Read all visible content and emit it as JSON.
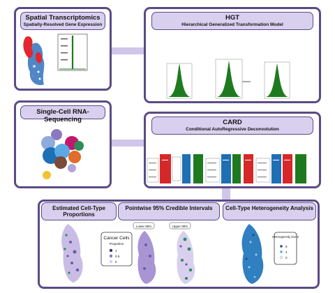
{
  "spatial": {
    "title": "Spatial Transcriptomics",
    "subtitle": "Spatially-Resolved Gene Expression"
  },
  "scrna": {
    "title": "Single-Cell RNA-Sequencing"
  },
  "hgt": {
    "title": "HGT",
    "subtitle": "Hierarchical Generalized Transformation Model"
  },
  "card": {
    "title": "CARD",
    "subtitle": "Conditional AutoRegressive Deconvolution"
  },
  "bottom": {
    "estimated_title": "Estimated Cell-Type Proportions",
    "pointwise_title": "Pointwise 95% Credible Intervals",
    "heterogeneity_title": "Cell-Type Heterogeneity Analysis"
  },
  "legend_cancer": {
    "title": "Cancer Cells",
    "subtitle": "Proportion",
    "levels": [
      "1",
      "0.5",
      "0"
    ]
  },
  "legend_het": {
    "title": "Heterogeneity Score",
    "levels": [
      "8",
      "4",
      "0"
    ]
  },
  "tags": {
    "lower": "Lower 95%",
    "upper": "Upper 95%"
  },
  "colors": {
    "border": "#5b4a86",
    "pill": "#d9d0ef",
    "connector": "#cfc6ea",
    "green": "#1f7a1f",
    "red": "#d62828",
    "blue": "#1f6fb5",
    "purple": "#8c78c0"
  }
}
